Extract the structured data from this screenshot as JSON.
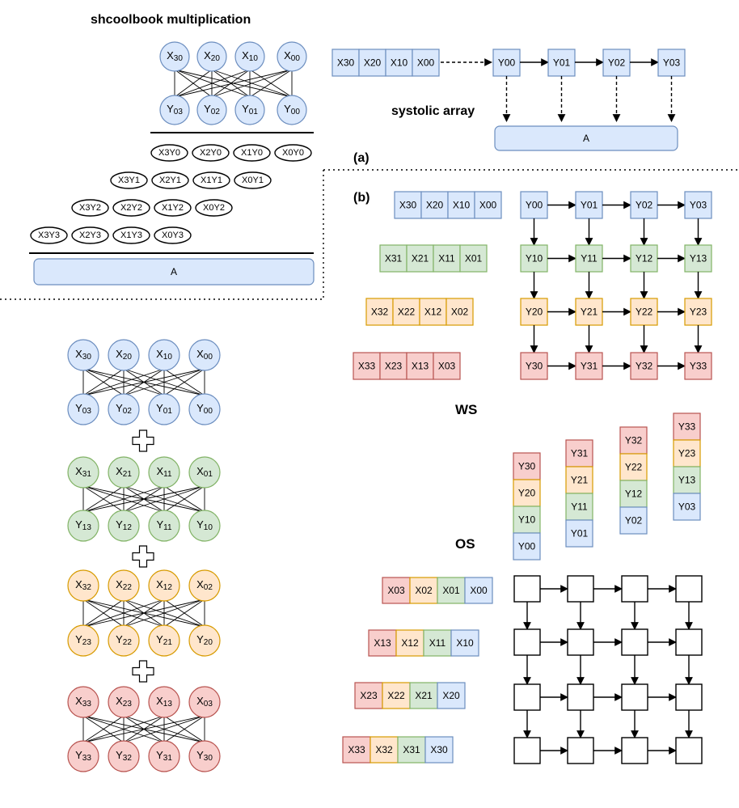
{
  "titles": {
    "schoolbook": "shcoolbook multiplication",
    "systolic": "systolic array",
    "part_a": "(a)",
    "part_b": "(b)",
    "ws": "WS",
    "os": "OS"
  },
  "colors": {
    "blue_fill": "#dae8fc",
    "blue_stroke": "#6c8ebf",
    "green_fill": "#d5e8d4",
    "green_stroke": "#82b366",
    "orange_fill": "#ffe6cc",
    "orange_stroke": "#d79b00",
    "red_fill": "#f8cecc",
    "red_stroke": "#b85450"
  },
  "accumulator_label": "A",
  "schoolbook": {
    "x_nodes": [
      "X30",
      "X20",
      "X10",
      "X00"
    ],
    "y_nodes": [
      "Y03",
      "Y02",
      "Y01",
      "Y00"
    ],
    "partial_rows": [
      [
        "X3Y0",
        "X2Y0",
        "X1Y0",
        "X0Y0"
      ],
      [
        "X3Y1",
        "X2Y1",
        "X1Y1",
        "X0Y1"
      ],
      [
        "X3Y2",
        "X2Y2",
        "X1Y2",
        "X0Y2"
      ],
      [
        "X3Y3",
        "X2Y3",
        "X1Y3",
        "X0Y3"
      ]
    ]
  },
  "systolic_1d": {
    "inputs": [
      "X30",
      "X20",
      "X10",
      "X00"
    ],
    "cells": [
      "Y00",
      "Y01",
      "Y02",
      "Y03"
    ]
  },
  "bipartite_stack": [
    {
      "color": "blue",
      "x": [
        "X30",
        "X20",
        "X10",
        "X00"
      ],
      "y": [
        "Y03",
        "Y02",
        "Y01",
        "Y00"
      ]
    },
    {
      "color": "green",
      "x": [
        "X31",
        "X21",
        "X11",
        "X01"
      ],
      "y": [
        "Y13",
        "Y12",
        "Y11",
        "Y10"
      ]
    },
    {
      "color": "orange",
      "x": [
        "X32",
        "X22",
        "X12",
        "X02"
      ],
      "y": [
        "Y23",
        "Y22",
        "Y21",
        "Y20"
      ]
    },
    {
      "color": "red",
      "x": [
        "X33",
        "X23",
        "X13",
        "X03"
      ],
      "y": [
        "Y33",
        "Y32",
        "Y31",
        "Y30"
      ]
    }
  ],
  "ws": {
    "inputs": [
      {
        "color": "blue",
        "cells": [
          "X30",
          "X20",
          "X10",
          "X00"
        ]
      },
      {
        "color": "green",
        "cells": [
          "X31",
          "X21",
          "X11",
          "X01"
        ]
      },
      {
        "color": "orange",
        "cells": [
          "X32",
          "X22",
          "X12",
          "X02"
        ]
      },
      {
        "color": "red",
        "cells": [
          "X33",
          "X23",
          "X13",
          "X03"
        ]
      }
    ],
    "grid": [
      {
        "color": "blue",
        "cells": [
          "Y00",
          "Y01",
          "Y02",
          "Y03"
        ]
      },
      {
        "color": "green",
        "cells": [
          "Y10",
          "Y11",
          "Y12",
          "Y13"
        ]
      },
      {
        "color": "orange",
        "cells": [
          "Y20",
          "Y21",
          "Y22",
          "Y23"
        ]
      },
      {
        "color": "red",
        "cells": [
          "Y30",
          "Y31",
          "Y32",
          "Y33"
        ]
      }
    ]
  },
  "os": {
    "weight_columns": [
      [
        "Y30",
        "Y20",
        "Y10",
        "Y00"
      ],
      [
        "Y31",
        "Y21",
        "Y11",
        "Y01"
      ],
      [
        "Y32",
        "Y22",
        "Y12",
        "Y02"
      ],
      [
        "Y33",
        "Y23",
        "Y13",
        "Y03"
      ]
    ],
    "weight_colors": [
      "red",
      "orange",
      "green",
      "blue"
    ],
    "inputs": [
      [
        "X03",
        "X02",
        "X01",
        "X00"
      ],
      [
        "X13",
        "X12",
        "X11",
        "X10"
      ],
      [
        "X23",
        "X22",
        "X21",
        "X20"
      ],
      [
        "X33",
        "X32",
        "X31",
        "X30"
      ]
    ],
    "input_colors": [
      "red",
      "orange",
      "green",
      "blue"
    ]
  }
}
